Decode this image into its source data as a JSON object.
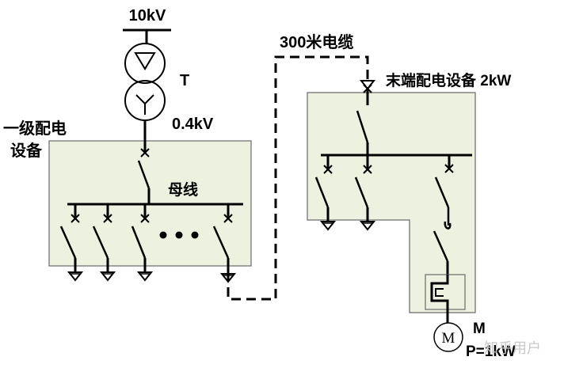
{
  "labels": {
    "voltage_hv": "10kV",
    "transformer": "T",
    "voltage_lv": "0.4kV",
    "primary_panel": "一级配电",
    "primary_panel_2": "设备",
    "busbar": "母线",
    "ellipsis": "●●●",
    "cable": "300米电缆",
    "terminal_panel": "末端配电设备 2kW",
    "motor_symbol": "M",
    "motor_label": "M",
    "motor_power": "P=1kW",
    "watermark": "知乎用户"
  },
  "colors": {
    "panel_fill": "#ecf1e0",
    "panel_stroke": "#6a6a6a",
    "line": "#000000",
    "watermark": "#c8c8c8"
  }
}
